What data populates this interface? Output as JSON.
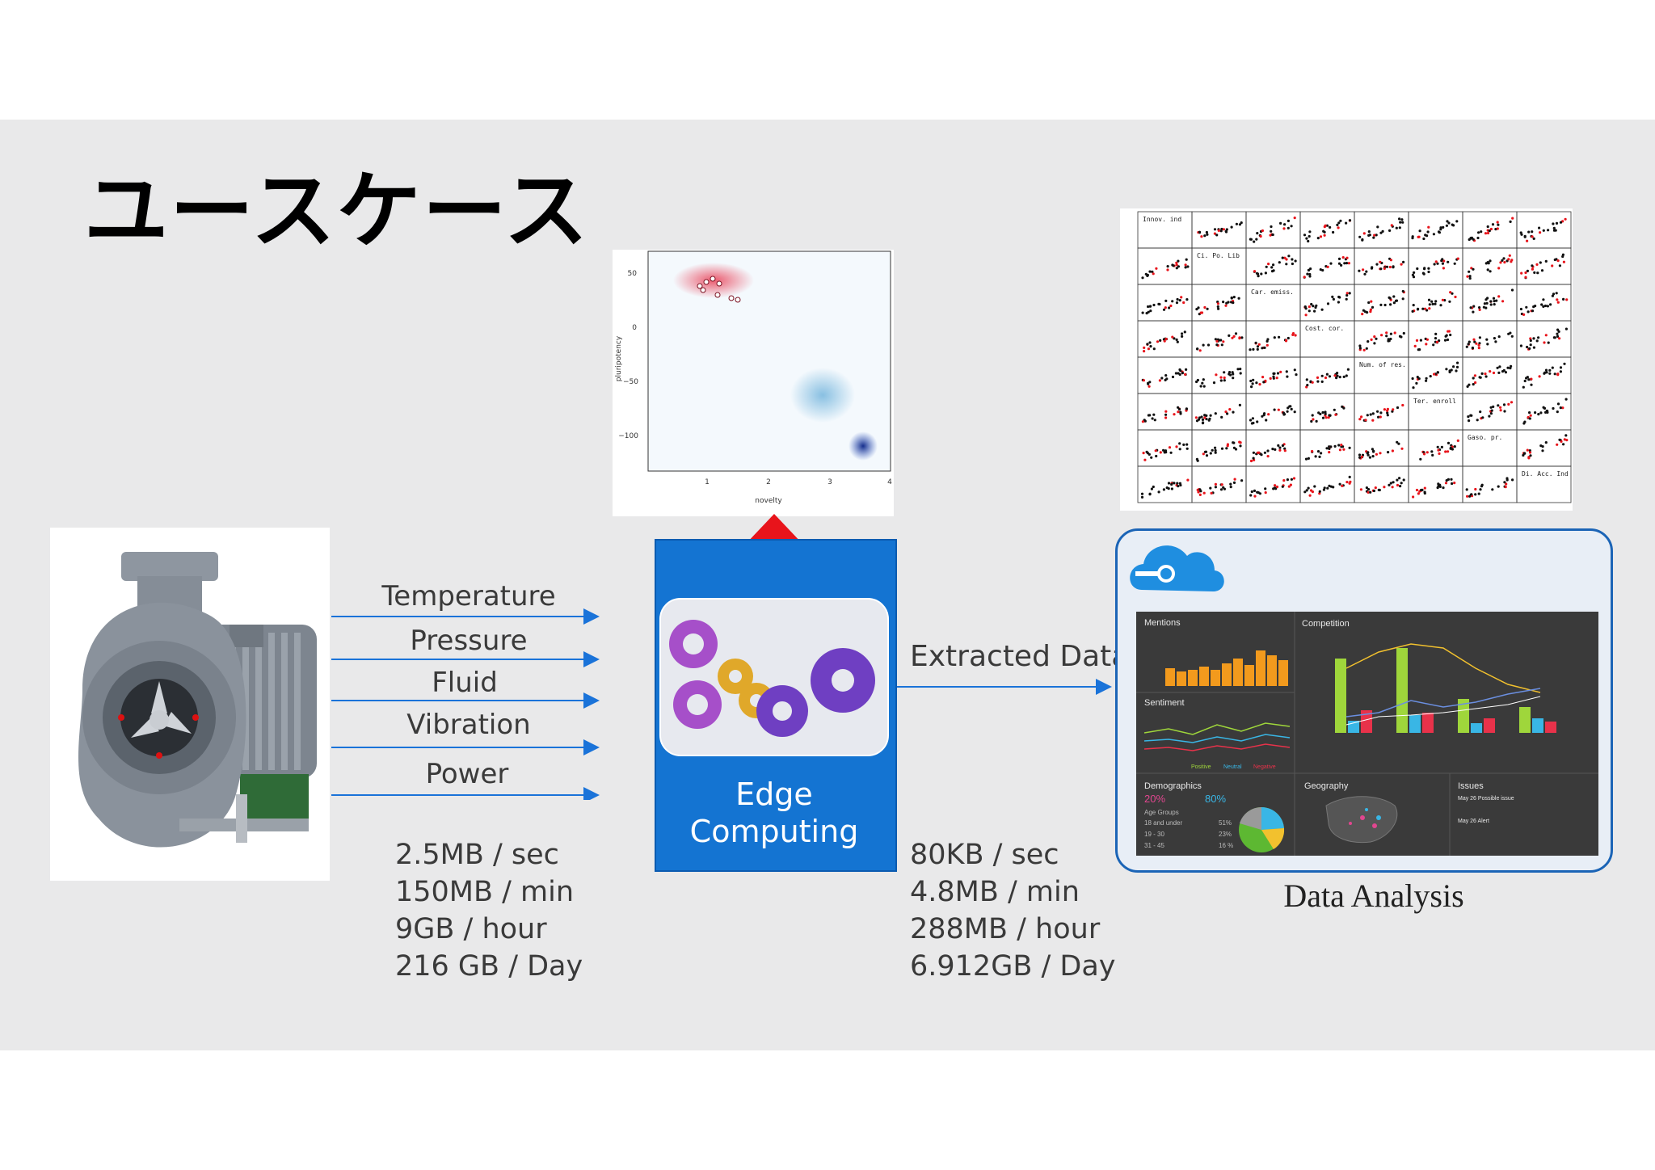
{
  "title": "ユースケース",
  "sensors": [
    "Temperature",
    "Pressure",
    "Fluid",
    "Vibration",
    "Power"
  ],
  "raw_rates": [
    "2.5MB / sec",
    "150MB / min",
    "9GB / hour",
    "216 GB / Day"
  ],
  "edge": {
    "line1": "Edge",
    "line2": "Computing"
  },
  "extracted": "Extracted Data",
  "extracted_rates": [
    "80KB / sec",
    "4.8MB / min",
    "288MB / hour",
    "6.912GB / Day"
  ],
  "analysis_label": "Data Analysis",
  "scatter": {
    "xlabel": "novelty",
    "ylabel": "pluripotency",
    "yticks": [
      "50",
      "0",
      "−50",
      "−100"
    ],
    "xticks": [
      "1",
      "2",
      "3",
      "4"
    ]
  },
  "matrix_labels": [
    "Innov. ind",
    "Ci. Po. Lib",
    "Car. emiss.",
    "Cost. cor.",
    "Num. of res.",
    "Ter. enroll",
    "Gaso. pr.",
    "Di. Acc. Ind"
  ],
  "dashboard": {
    "mentions": "Mentions",
    "competition": "Competition",
    "sentiment": "Sentiment",
    "demographics": "Demographics",
    "geography": "Geography",
    "issues": "Issues",
    "female_pct": "20%",
    "male_pct": "80%",
    "legend": [
      "Positive",
      "Neutral",
      "Negative"
    ],
    "age_groups_title": "Age Groups",
    "age_groups": [
      [
        "18 and under",
        "51%"
      ],
      [
        "19 - 30",
        "23%"
      ],
      [
        "31 - 45",
        "16 %"
      ]
    ],
    "issue1": "May 26 Possible issue",
    "issue2": "May 26 Alert"
  },
  "colors": {
    "arrow": "#1a73d9",
    "edge_blue": "#1474d2",
    "red_arrow": "#e8141b"
  }
}
